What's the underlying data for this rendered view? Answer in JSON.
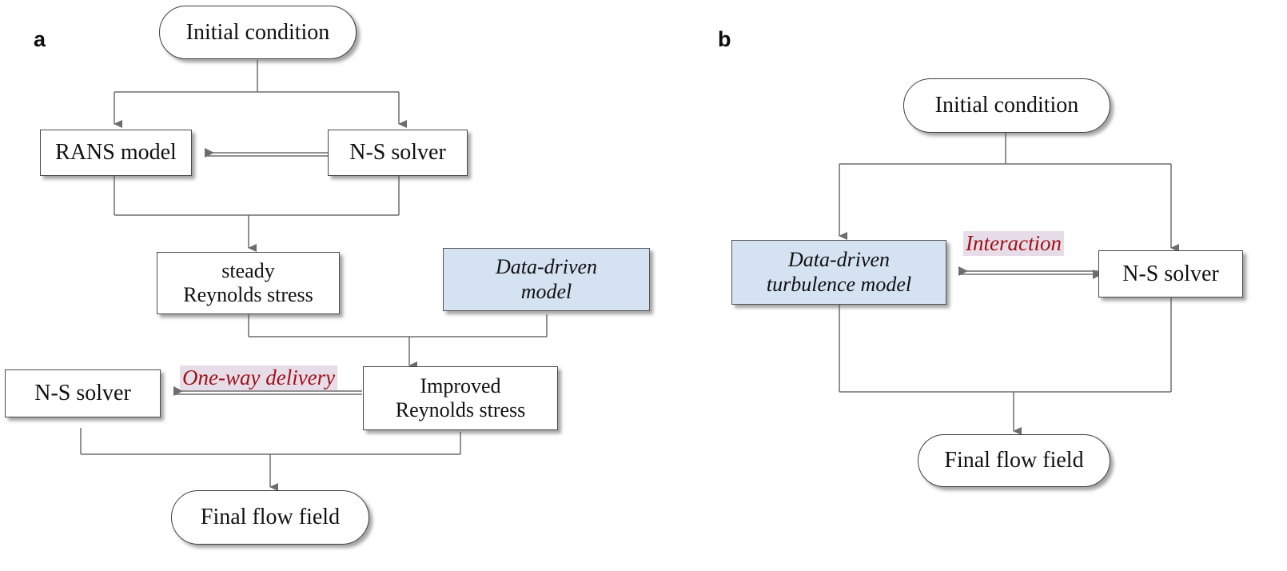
{
  "figure": {
    "type": "flowchart",
    "background": "#ffffff",
    "accent_shaded_fill": "#d4e2f1",
    "edge_label_color": "#9e1116",
    "edge_label_highlight": "#e7dde9",
    "node_border_color": "#4a4a4a"
  },
  "panels": [
    {
      "id": "a",
      "label": "a",
      "nodes": {
        "initial_condition": "Initial condition",
        "rans_model": "RANS model",
        "ns_solver_top": "N-S solver",
        "steady_reynolds_stress": "steady\nReynolds stress",
        "data_driven_model": "Data-driven\nmodel",
        "ns_solver_bottom": "N-S solver",
        "improved_reynolds_stress": "Improved\nReynolds stress",
        "final_flow_field": "Final flow field"
      },
      "edge_labels": {
        "one_way_delivery": "One-way delivery"
      }
    },
    {
      "id": "b",
      "label": "b",
      "nodes": {
        "initial_condition": "Initial condition",
        "data_driven_turbulence_model": "Data-driven\nturbulence model",
        "ns_solver": "N-S solver",
        "final_flow_field": "Final flow field"
      },
      "edge_labels": {
        "interaction": "Interaction"
      }
    }
  ]
}
